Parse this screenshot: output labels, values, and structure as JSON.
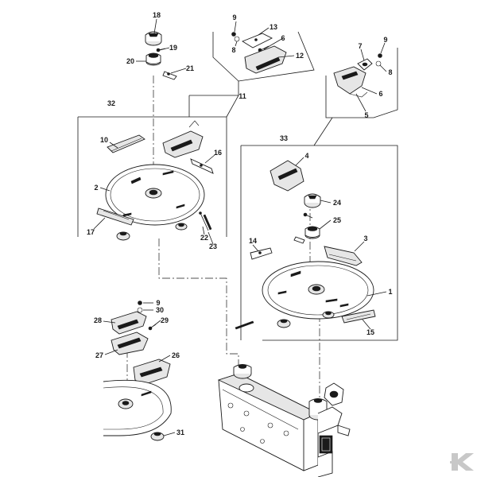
{
  "diagram": {
    "callouts": [
      {
        "id": "c18",
        "text": "18"
      },
      {
        "id": "c19",
        "text": "19"
      },
      {
        "id": "c20",
        "text": "20"
      },
      {
        "id": "c21",
        "text": "21"
      },
      {
        "id": "c9a",
        "text": "9"
      },
      {
        "id": "c8a",
        "text": "8"
      },
      {
        "id": "c13",
        "text": "13"
      },
      {
        "id": "c6a",
        "text": "6"
      },
      {
        "id": "c12",
        "text": "12"
      },
      {
        "id": "c11",
        "text": "11"
      },
      {
        "id": "c7",
        "text": "7"
      },
      {
        "id": "c9b",
        "text": "9"
      },
      {
        "id": "c8b",
        "text": "8"
      },
      {
        "id": "c6b",
        "text": "6"
      },
      {
        "id": "c5",
        "text": "5"
      },
      {
        "id": "c32",
        "text": "32"
      },
      {
        "id": "c10",
        "text": "10"
      },
      {
        "id": "c16",
        "text": "16"
      },
      {
        "id": "c2",
        "text": "2"
      },
      {
        "id": "c17",
        "text": "17"
      },
      {
        "id": "c22",
        "text": "22"
      },
      {
        "id": "c23",
        "text": "23"
      },
      {
        "id": "c33",
        "text": "33"
      },
      {
        "id": "c4",
        "text": "4"
      },
      {
        "id": "c24",
        "text": "24"
      },
      {
        "id": "c25",
        "text": "25"
      },
      {
        "id": "c3",
        "text": "3"
      },
      {
        "id": "c14",
        "text": "14"
      },
      {
        "id": "c1",
        "text": "1"
      },
      {
        "id": "c15",
        "text": "15"
      },
      {
        "id": "c9c",
        "text": "9"
      },
      {
        "id": "c30",
        "text": "30"
      },
      {
        "id": "c28",
        "text": "28"
      },
      {
        "id": "c29",
        "text": "29"
      },
      {
        "id": "c27",
        "text": "27"
      },
      {
        "id": "c26",
        "text": "26"
      },
      {
        "id": "c31",
        "text": "31"
      }
    ],
    "logo": {
      "icon": "k-brand-logo-icon",
      "color": "#c8c8c8"
    }
  }
}
